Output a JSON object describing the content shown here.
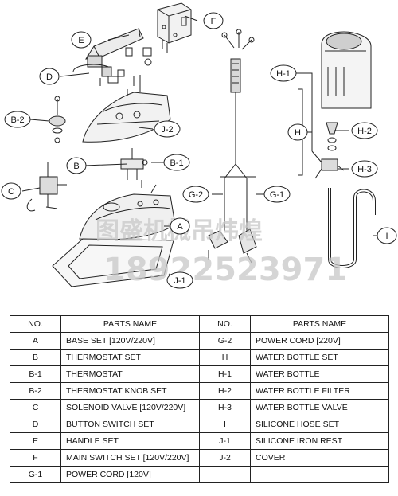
{
  "callouts": {
    "A": "A",
    "B": "B",
    "B1": "B-1",
    "B2": "B-2",
    "C": "C",
    "D": "D",
    "E": "E",
    "F": "F",
    "G1": "G-1",
    "G2": "G-2",
    "H": "H",
    "H1": "H-1",
    "H2": "H-2",
    "H3": "H-3",
    "I": "I",
    "J1": "J-1",
    "J2": "J-2"
  },
  "watermark": {
    "line1": "图盛机械吊炜煌",
    "line2": "18922523971"
  },
  "table": {
    "headers": {
      "no_left": "NO.",
      "name_left": "PARTS NAME",
      "no_right": "NO.",
      "name_right": "PARTS NAME"
    },
    "rows": [
      {
        "no_left": "A",
        "name_left": "BASE SET [120V/220V]",
        "no_right": "G-2",
        "name_right": "POWER CORD [220V]"
      },
      {
        "no_left": "B",
        "name_left": "THERMOSTAT SET",
        "no_right": "H",
        "name_right": "WATER BOTTLE SET"
      },
      {
        "no_left": "B-1",
        "name_left": "THERMOSTAT",
        "no_right": "H-1",
        "name_right": "WATER BOTTLE"
      },
      {
        "no_left": "B-2",
        "name_left": "THERMOSTAT KNOB SET",
        "no_right": "H-2",
        "name_right": "WATER BOTTLE FILTER"
      },
      {
        "no_left": "C",
        "name_left": "SOLENOID VALVE [120V/220V]",
        "no_right": "H-3",
        "name_right": "WATER BOTTLE VALVE"
      },
      {
        "no_left": "D",
        "name_left": "BUTTON SWITCH SET",
        "no_right": "I",
        "name_right": "SILICONE HOSE SET"
      },
      {
        "no_left": "E",
        "name_left": "HANDLE SET",
        "no_right": "J-1",
        "name_right": "SILICONE IRON REST"
      },
      {
        "no_left": "F",
        "name_left": "MAIN SWITCH SET [120V/220V]",
        "no_right": "J-2",
        "name_right": "COVER"
      },
      {
        "no_left": "G-1",
        "name_left": "POWER CORD [120V]",
        "no_right": "",
        "name_right": ""
      }
    ]
  }
}
